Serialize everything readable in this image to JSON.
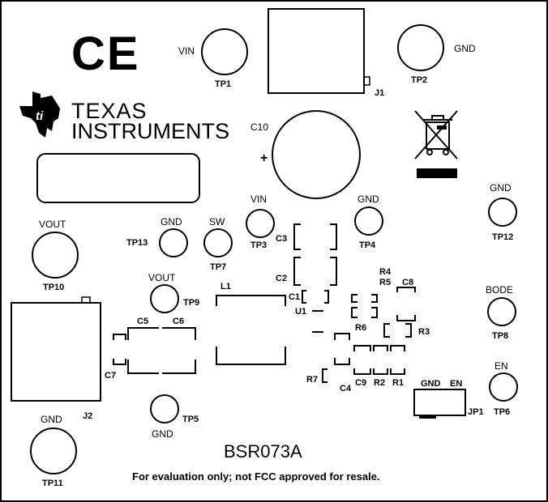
{
  "board_name": "BSR073A",
  "notice": "For evaluation only; not FCC approved for resale.",
  "logos": {
    "ce_mark": "CE",
    "ti_line1": "TEXAS",
    "ti_line2": "INSTRUMENTS"
  },
  "test_points": {
    "tp1": {
      "ref": "TP1",
      "net": "VIN"
    },
    "tp2": {
      "ref": "TP2",
      "net": "GND"
    },
    "tp3": {
      "ref": "TP3",
      "net": "VIN"
    },
    "tp4": {
      "ref": "TP4",
      "net": "GND"
    },
    "tp5": {
      "ref": "TP5",
      "net": "GND"
    },
    "tp6": {
      "ref": "TP6",
      "net": "EN"
    },
    "tp7": {
      "ref": "TP7",
      "net": "SW"
    },
    "tp8": {
      "ref": "TP8",
      "net": "BODE"
    },
    "tp9": {
      "ref": "TP9",
      "net": "VOUT"
    },
    "tp10": {
      "ref": "TP10",
      "net": "VOUT"
    },
    "tp11": {
      "ref": "TP11",
      "net": "GND"
    },
    "tp12": {
      "ref": "TP12",
      "net": "GND"
    },
    "tp13": {
      "ref": "TP13",
      "net": "GND"
    }
  },
  "components": {
    "c1": "C1",
    "c2": "C2",
    "c3": "C3",
    "c4": "C4",
    "c5": "C5",
    "c6": "C6",
    "c7": "C7",
    "c8": "C8",
    "c9": "C9",
    "c10": "C10",
    "c10_polarity": "+",
    "r1": "R1",
    "r2": "R2",
    "r3": "R3",
    "r4": "R4",
    "r5": "R5",
    "r6": "R6",
    "r7": "R7",
    "l1": "L1",
    "u1": "U1",
    "j1": "J1",
    "j2": "J2",
    "jp1": "JP1"
  },
  "jumper": {
    "pin_left": "GND",
    "pin_right": "EN"
  }
}
